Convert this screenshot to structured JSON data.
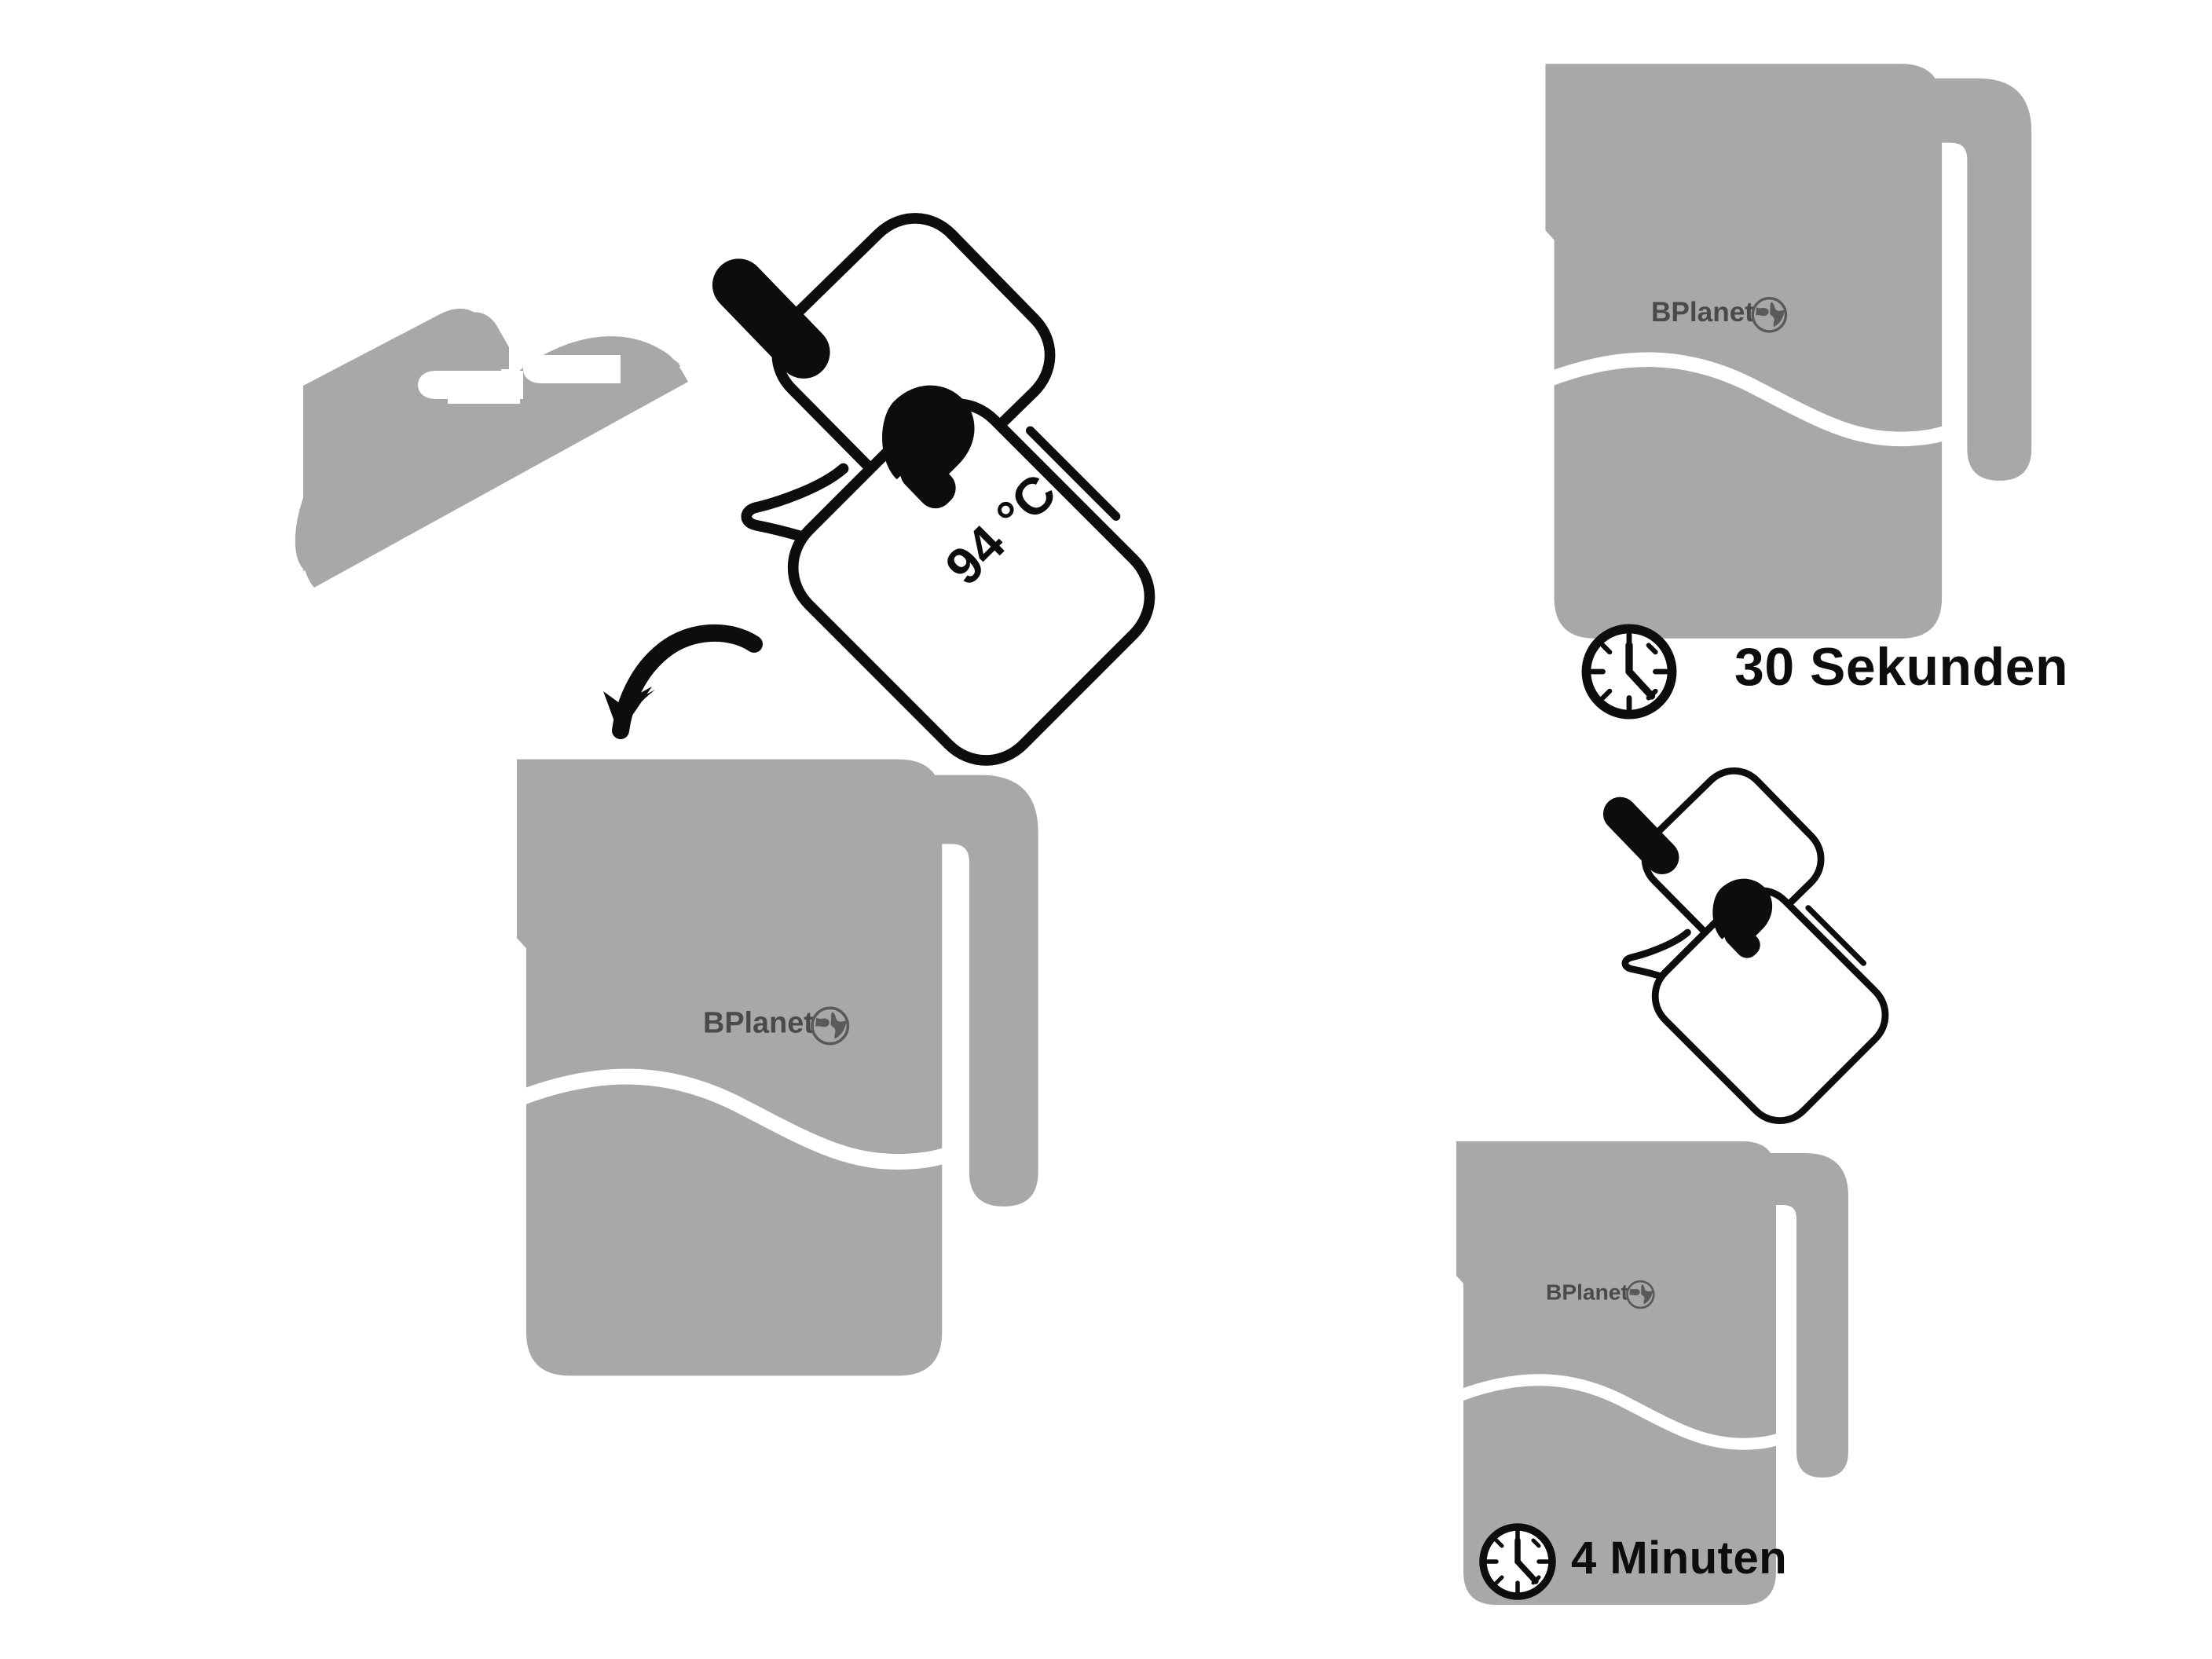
{
  "diagram": {
    "title": "Kettle brewing instruction diagram",
    "background_color": "#ffffff",
    "vessel_fill_color": "#a8a8a8",
    "outline_color": "#0d0d0d",
    "water_line_color": "#ffffff",
    "brand_text_color": "#4a4a4a"
  },
  "brand": {
    "name": "BPlanet",
    "icon": "globe-icon"
  },
  "kettle": {
    "temperature_label": "94 °C"
  },
  "steps": [
    {
      "id": "step-remove-lid",
      "element": "lid-shape",
      "description": "Lid removed from the jug"
    },
    {
      "id": "step-pour-water",
      "element": "tilted-kettle-hot",
      "temperature": "94 °C",
      "description": "Pour 94 °C water into the jug"
    },
    {
      "id": "step-wait-30-seconds",
      "element": "jug-filled-top-right",
      "timer_label": "30 Sekunden",
      "timer_icon": "clock-icon"
    },
    {
      "id": "step-pour-again",
      "element": "tilted-kettle-plain",
      "description": "Pour remaining water"
    },
    {
      "id": "step-wait-4-minutes",
      "element": "jug-filled-bottom-right",
      "timer_label": "4 Minuten",
      "timer_icon": "clock-icon"
    }
  ],
  "timers": {
    "first": {
      "label": "30 Sekunden",
      "icon": "clock-icon"
    },
    "second": {
      "label": "4 Minuten",
      "icon": "clock-icon"
    }
  },
  "arrow": {
    "name": "curved-pour-arrow",
    "direction": "down-left"
  }
}
